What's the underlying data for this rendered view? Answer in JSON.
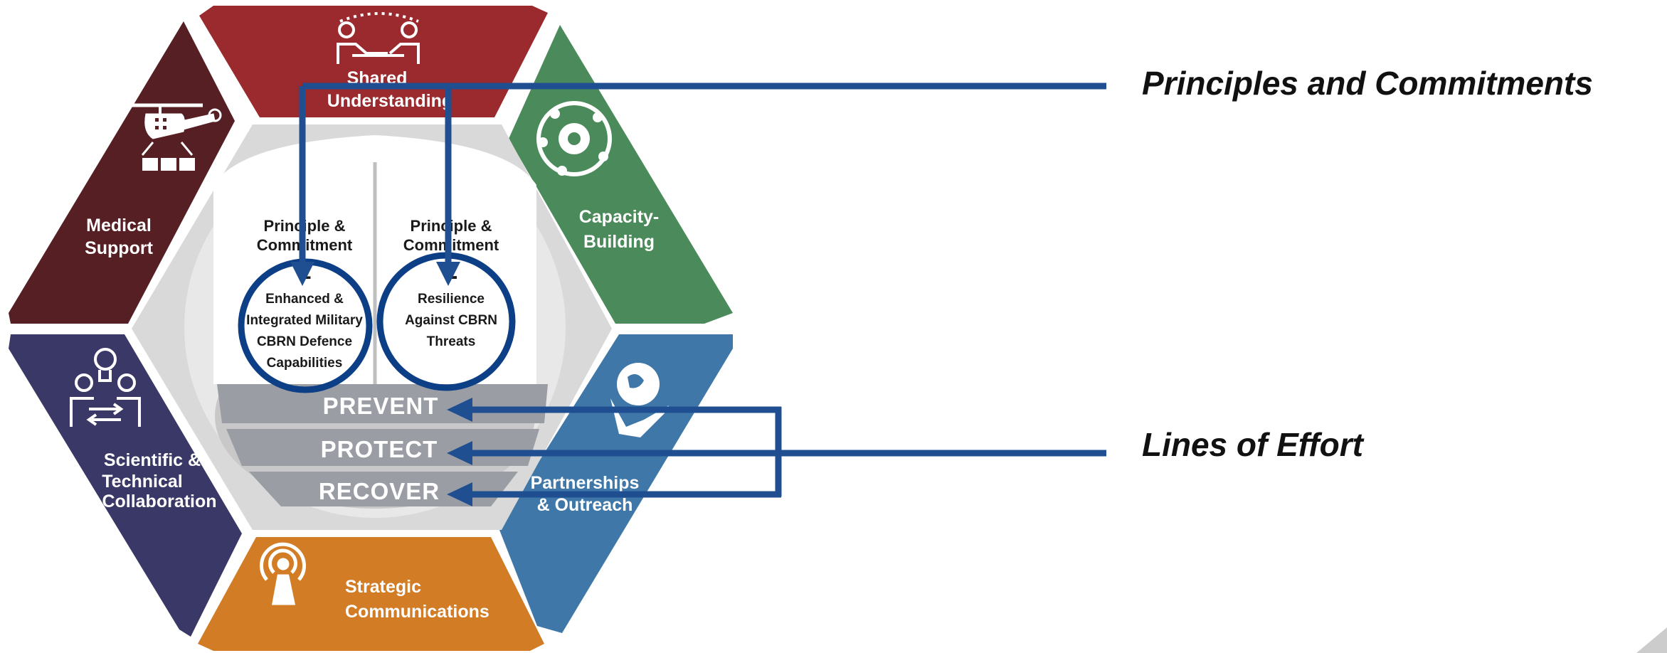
{
  "colors": {
    "shared_understanding": "#9b2a2e",
    "capacity_building": "#4b8a5a",
    "partnerships": "#3f78a8",
    "strategic_comms": "#d27c26",
    "scientific": "#3a3866",
    "medical": "#561f24",
    "arrow": "#1f4f91",
    "ring": "#0d3f86",
    "loe_band": "#9a9ea4"
  },
  "segments": {
    "shared_understanding": {
      "line1": "Shared",
      "line2": "Understanding",
      "icon": "people-table-icon"
    },
    "capacity_building": {
      "line1": "Capacity-",
      "line2": "Building",
      "icon": "gear-network-icon"
    },
    "partnerships": {
      "line1": "Partnerships",
      "line2": "& Outreach",
      "icon": "globe-hands-icon"
    },
    "strategic_comms": {
      "line1": "Strategic",
      "line2": "Communications",
      "icon": "broadcast-tower-icon"
    },
    "scientific": {
      "line1": "Scientific &",
      "line2": "Technical",
      "line3": "Collaboration",
      "icon": "collaboration-idea-icon"
    },
    "medical": {
      "line1": "Medical",
      "line2": "Support",
      "icon": "medical-helicopter-icon"
    }
  },
  "principles": [
    {
      "title1": "Principle &",
      "title2": "Commitment",
      "number": "1",
      "body": [
        "Enhanced &",
        "Integrated Military",
        "CBRN Defence",
        "Capabilities"
      ]
    },
    {
      "title1": "Principle &",
      "title2": "Commitment",
      "number": "2",
      "body": [
        "Resilience",
        "Against CBRN",
        "Threats"
      ]
    }
  ],
  "lines_of_effort": [
    "PREVENT",
    "PROTECT",
    "RECOVER"
  ],
  "callouts": {
    "principles": "Principles and Commitments",
    "lines_of_effort": "Lines of Effort"
  }
}
